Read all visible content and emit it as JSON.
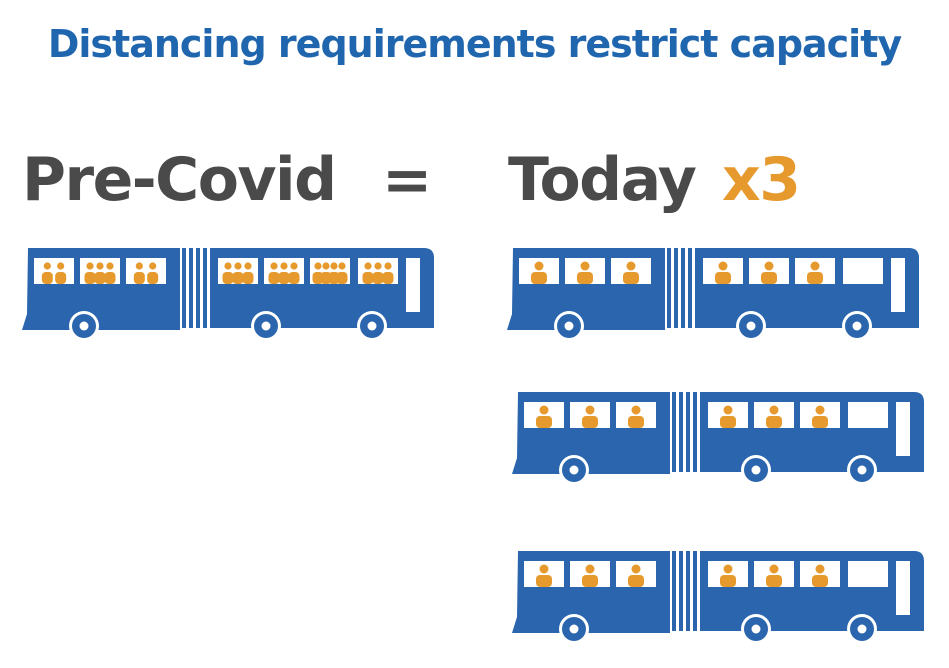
{
  "title": "Distancing requirements restrict capacity",
  "pre_label": "Pre-Covid",
  "equals": "=",
  "today_label": "Today",
  "multiplier": "x3",
  "colors": {
    "title": "#2066ae",
    "label": "#4a4a4a",
    "accent": "#e69a2e",
    "bus": "#2a65ad",
    "window": "#ffffff",
    "passenger": "#e69a2e"
  },
  "buses": [
    {
      "group": "pre-covid",
      "windows": [
        2,
        3,
        2,
        3,
        3,
        4,
        3
      ]
    },
    {
      "group": "today",
      "windows": [
        1,
        1,
        1,
        1,
        1,
        1,
        0
      ]
    },
    {
      "group": "today",
      "windows": [
        1,
        1,
        1,
        1,
        1,
        1,
        0
      ]
    },
    {
      "group": "today",
      "windows": [
        1,
        1,
        1,
        1,
        1,
        1,
        0
      ]
    }
  ]
}
